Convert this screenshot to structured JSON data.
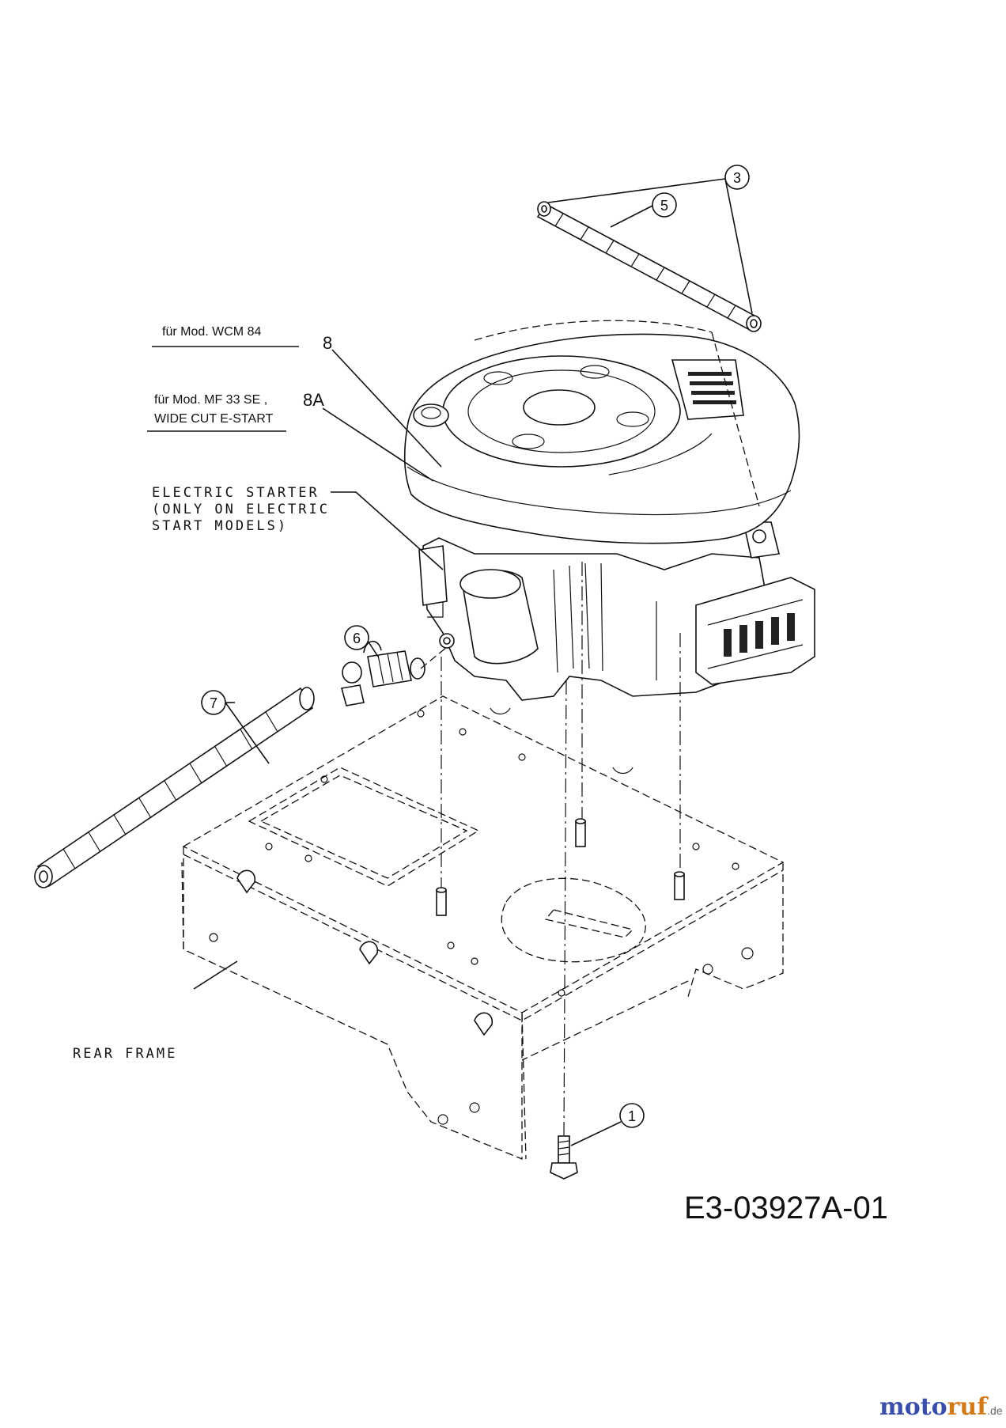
{
  "labels": {
    "note_wcm": "für Mod. WCM 84",
    "note_mf_line1": "für Mod. MF 33 SE ,",
    "note_mf_line2": "WIDE CUT E-START",
    "starter_line1": "ELECTRIC STARTER",
    "starter_line2": "(ONLY ON ELECTRIC",
    "starter_line3": "START MODELS)",
    "rear_frame": "REAR FRAME",
    "drawing_number": "E3-03927A-01"
  },
  "callouts": {
    "c1": "1",
    "c3": "3",
    "c5": "5",
    "c6": "6",
    "c7": "7",
    "c8": "8",
    "c8a": "8A"
  },
  "watermark": {
    "part_a": "moto",
    "part_b": "ruf",
    "suffix": ".de"
  },
  "colors": {
    "watermark_blue": "#3b4ea8",
    "watermark_orange": "#d07a1a"
  }
}
